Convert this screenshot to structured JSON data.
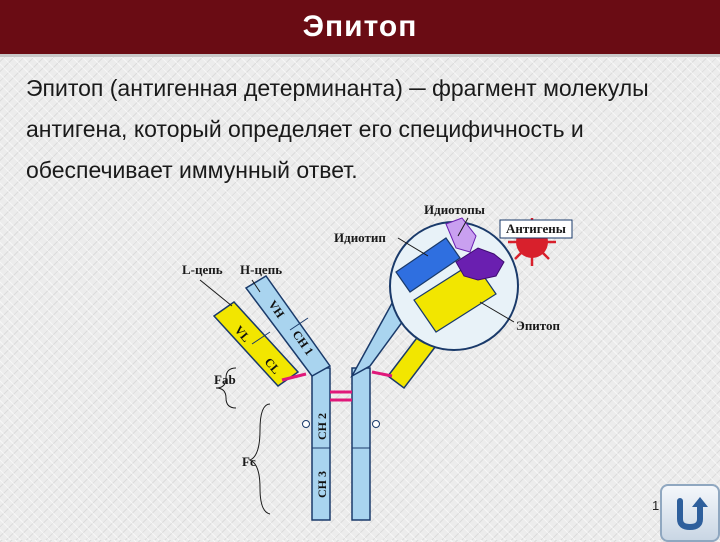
{
  "slide": {
    "title": "Эпитоп",
    "text": "Эпитоп (антигенная детерминанта) ─ фрагмент молекулы антигена, который определяет его специфичность и обеспечивает иммунный ответ.",
    "page_number": "1"
  },
  "diagram": {
    "labels": {
      "idiotopes": "Идиотопы",
      "antigens": "Антигены",
      "idiotype": "Идиотип",
      "l_chain": "L-цепь",
      "h_chain": "H-цепь",
      "epitope": "Эпитоп",
      "fab": "Fab",
      "fc": "Fc"
    },
    "segments": {
      "vh": "VH",
      "ch1": "CH 1",
      "vl": "VL",
      "cl": "CL",
      "ch2": "CH 2",
      "ch3": "CH 3"
    },
    "colors": {
      "title_bg": "#6a0c14",
      "heavy_chain": "#a9d4ef",
      "light_chain": "#f2e600",
      "hinge": "#e0187a",
      "idiotype": "#2f6fe0",
      "antigen_purple": "#6a1fb0",
      "antigen_red": "#d8202c",
      "outline": "#1a3a6a"
    }
  },
  "nav": {
    "icon": "return-arrow-icon"
  }
}
